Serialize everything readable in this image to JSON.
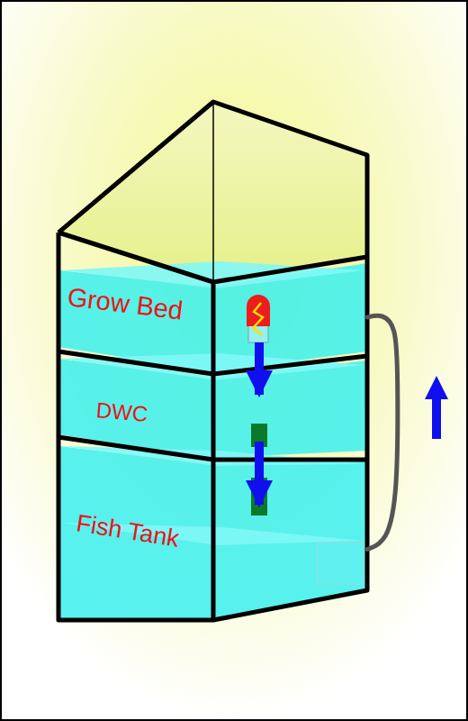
{
  "diagram": {
    "nodes": [
      {
        "text": [
          "Grow Bed"
        ]
      },
      {
        "text": [
          "DWC"
        ]
      },
      {
        "text": [
          "Fish Tank"
        ]
      }
    ],
    "edges": [
      {
        "from": 0,
        "to": 1,
        "arrow": "to"
      },
      {
        "from": 1,
        "to": 2,
        "arrow": "to"
      },
      {
        "from": 2,
        "to": 0,
        "arrow": "none"
      }
    ]
  }
}
